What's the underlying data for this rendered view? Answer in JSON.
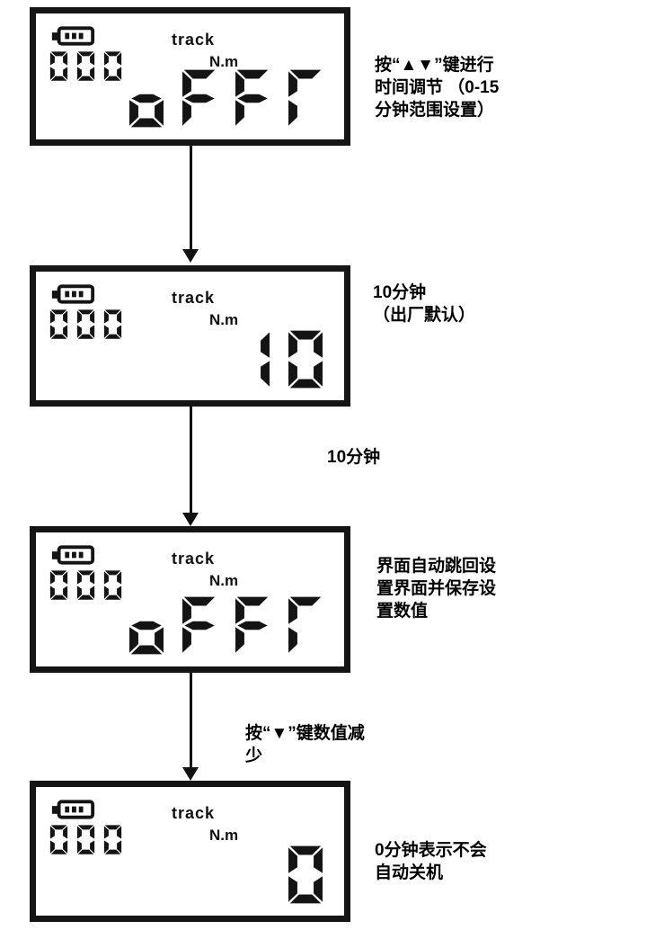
{
  "glyphs": {
    "0": [
      "a",
      "b",
      "c",
      "d",
      "e",
      "f"
    ],
    "1": [
      "b",
      "c"
    ],
    "o": [
      "c",
      "d",
      "e",
      "g"
    ],
    "F": [
      "a",
      "e",
      "f",
      "g"
    ],
    "r": [
      "a",
      "e",
      "f"
    ]
  },
  "colors": {
    "segment": "#141414",
    "panel_border": "#151515",
    "text": "#000000"
  },
  "panels": [
    {
      "battery_icon": "battery-3-bars-icon",
      "counter_text": "000",
      "counter_digits": [
        "0",
        "0",
        "0"
      ],
      "track_label": "track",
      "unit_label": "N.m",
      "display_text": "oFFr",
      "display_chars": [
        "o",
        "F",
        "F",
        "r"
      ]
    },
    {
      "battery_icon": "battery-3-bars-icon",
      "counter_text": "000",
      "counter_digits": [
        "0",
        "0",
        "0"
      ],
      "track_label": "track",
      "unit_label": "N.m",
      "display_text": "10",
      "display_chars": [
        "1",
        "0"
      ]
    },
    {
      "battery_icon": "battery-3-bars-icon",
      "counter_text": "000",
      "counter_digits": [
        "0",
        "0",
        "0"
      ],
      "track_label": "track",
      "unit_label": "N.m",
      "display_text": "oFFr",
      "display_chars": [
        "o",
        "F",
        "F",
        "r"
      ]
    },
    {
      "battery_icon": "battery-3-bars-icon",
      "counter_text": "000",
      "counter_digits": [
        "0",
        "0",
        "0"
      ],
      "track_label": "track",
      "unit_label": "N.m",
      "display_text": "0",
      "display_chars": [
        "0"
      ]
    }
  ],
  "annotations": [
    {
      "text": "按“▲▼”键进行\n时间调节 （0-15\n分钟范围设置）"
    },
    {
      "text": "10分钟\n（出厂默认）"
    },
    {
      "text": "界面自动跳回设\n置界面并保存设\n置数值"
    },
    {
      "text": "0分钟表示不会\n自动关机"
    }
  ],
  "arrow_labels": [
    {
      "text": "10分钟"
    },
    {
      "text": "按“▼”键数值减\n少"
    }
  ]
}
